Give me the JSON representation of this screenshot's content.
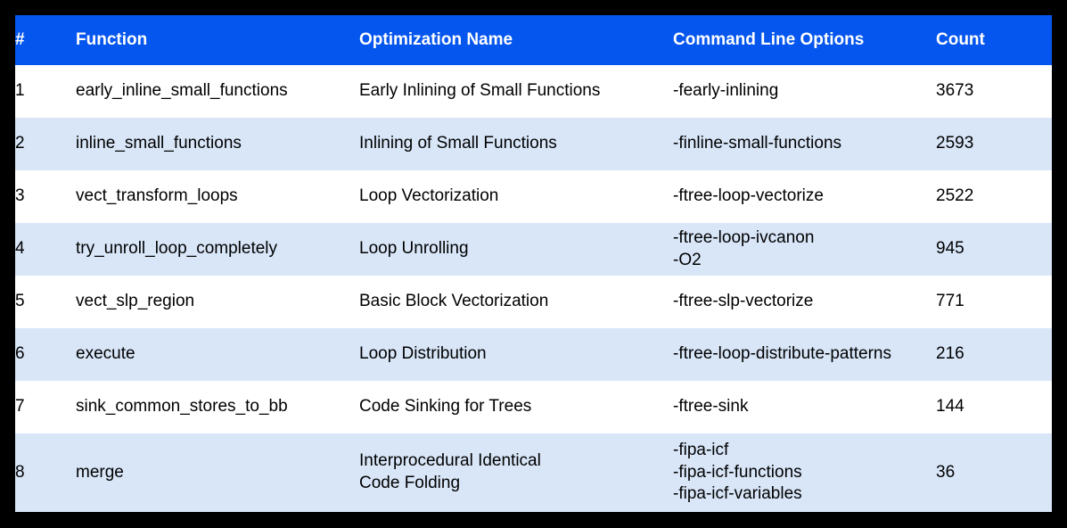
{
  "colors": {
    "frame_bg": "#000000",
    "header_bg": "#0556EE",
    "header_text": "#FFFFFF",
    "row_bg": "#FFFFFF",
    "row_alt_bg": "#D8E6F8",
    "text": "#000000"
  },
  "table": {
    "columns": [
      {
        "label": "#"
      },
      {
        "label": "Function"
      },
      {
        "label": "Optimization Name"
      },
      {
        "label": "Command Line Options"
      },
      {
        "label": "Count"
      }
    ],
    "rows": [
      {
        "num": "1",
        "function": "early_inline_small_functions",
        "optimization": "Early Inlining of Small Functions",
        "options": "-fearly-inlining",
        "count": "3673"
      },
      {
        "num": "2",
        "function": "inline_small_functions",
        "optimization": "Inlining of Small Functions",
        "options": "-finline-small-functions",
        "count": "2593"
      },
      {
        "num": "3",
        "function": "vect_transform_loops",
        "optimization": "Loop Vectorization",
        "options": "-ftree-loop-vectorize",
        "count": "2522"
      },
      {
        "num": "4",
        "function": "try_unroll_loop_completely",
        "optimization": "Loop Unrolling",
        "options": "-ftree-loop-ivcanon\n-O2",
        "count": "945"
      },
      {
        "num": "5",
        "function": "vect_slp_region",
        "optimization": "Basic Block Vectorization",
        "options": "-ftree-slp-vectorize",
        "count": "771"
      },
      {
        "num": "6",
        "function": "execute",
        "optimization": "Loop Distribution",
        "options": "-ftree-loop-distribute-patterns",
        "count": "216"
      },
      {
        "num": "7",
        "function": "sink_common_stores_to_bb",
        "optimization": "Code Sinking for Trees",
        "options": "-ftree-sink",
        "count": "144"
      },
      {
        "num": "8",
        "function": "merge",
        "optimization": "Interprocedural Identical\nCode Folding",
        "options": "-fipa-icf\n-fipa-icf-functions\n-fipa-icf-variables",
        "count": "36"
      }
    ]
  }
}
